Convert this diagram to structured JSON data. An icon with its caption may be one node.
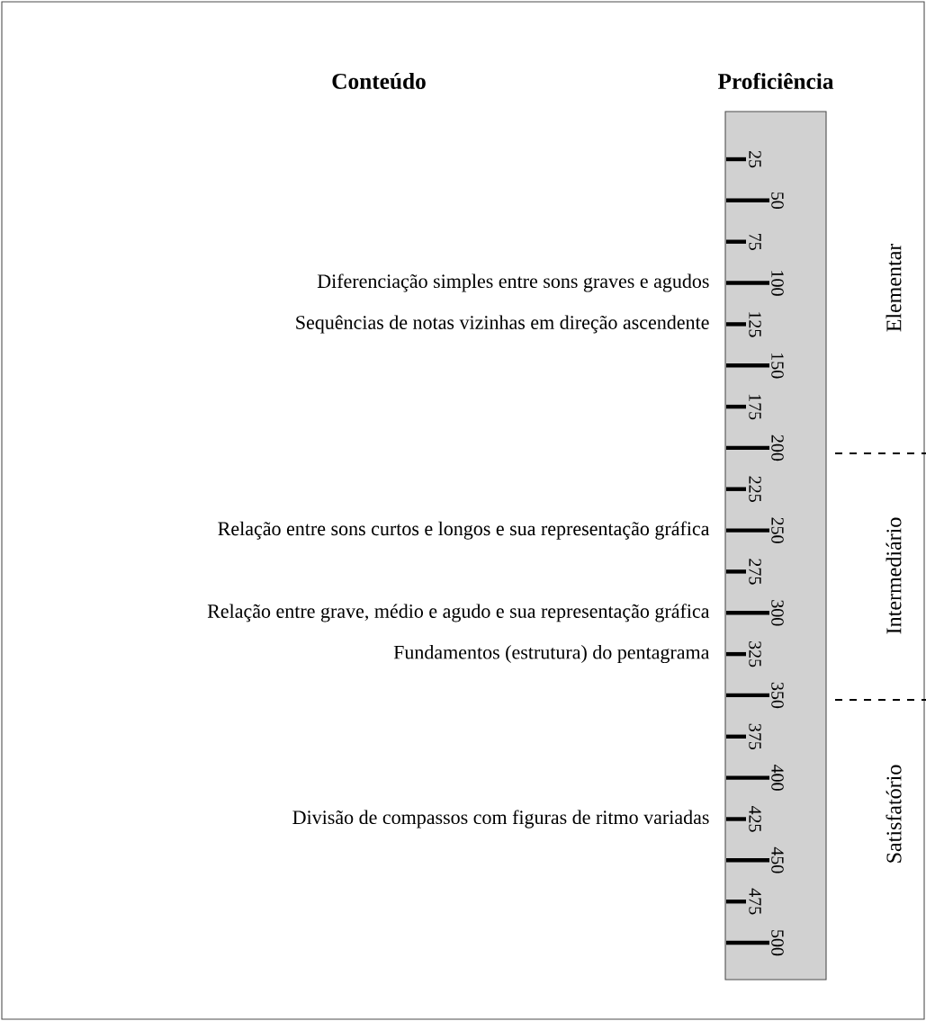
{
  "diagram": {
    "labels": [
      "Conteúdo",
      "Proficiência",
      "25",
      "50",
      "75",
      "100",
      "125",
      "150",
      "175",
      "200",
      "225",
      "250",
      "275",
      "300",
      "325",
      "350",
      "375",
      "400",
      "425",
      "450",
      "475",
      "500",
      "Diferenciação simples entre sons graves e agudos",
      "Sequências de notas vizinhas em direção ascendente",
      "Relação entre sons curtos e longos e sua representação gráfica",
      "Relação entre grave, médio e agudo e sua representação gráfica",
      "Fundamentos (estrutura) do pentagrama",
      "Divisão de compassos com figuras de ritmo variadas",
      "Elementar",
      "Intermediário",
      "Satisfatório"
    ]
  }
}
